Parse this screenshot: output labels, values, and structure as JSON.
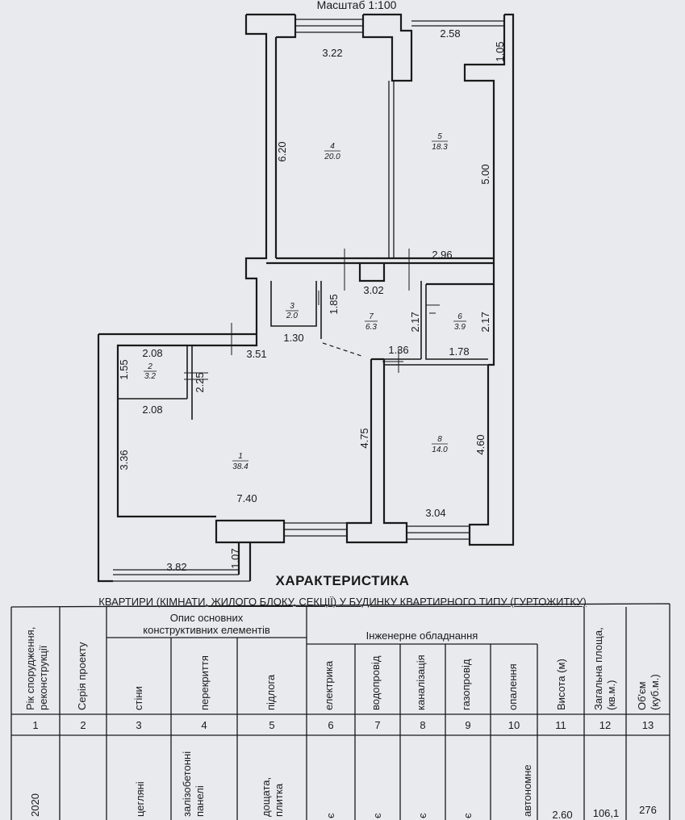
{
  "scale": "Масштаб 1:100",
  "dimensions": {
    "d322": "3.22",
    "d258": "2.58",
    "d105": "1.05",
    "d620": "6.20",
    "d500": "5.00",
    "d296": "2.96",
    "d302": "3.02",
    "d185": "1.85",
    "d217a": "2.17",
    "d217b": "2.17",
    "d130": "1.30",
    "d351": "3.51",
    "d136": "1.36",
    "d178": "1.78",
    "d208a": "2.08",
    "d155": "1.55",
    "d225": "2.25",
    "d208b": "2.08",
    "d475": "4.75",
    "d460": "4.60",
    "d336": "3.36",
    "d740": "7.40",
    "d304": "3.04",
    "d382": "3.82",
    "d107": "1.07"
  },
  "rooms": [
    {
      "num": "1",
      "area": "38.4"
    },
    {
      "num": "2",
      "area": "3.2"
    },
    {
      "num": "3",
      "area": "2.0"
    },
    {
      "num": "4",
      "area": "20.0"
    },
    {
      "num": "5",
      "area": "18.3"
    },
    {
      "num": "6",
      "area": "3.9"
    },
    {
      "num": "7",
      "area": "6.3"
    },
    {
      "num": "8",
      "area": "14.0"
    }
  ],
  "heading": {
    "title": "ХАРАКТЕРИСТИКА",
    "subtitle": "КВАРТИРИ (КІМНАТИ, ЖИЛОГО БЛОКУ, СЕКЦІЇ) У БУДИНКУ КВАРТИРНОГО ТИПУ (ГУРТОЖИТКУ)"
  },
  "table": {
    "col_year": "Рік спорудження, реконструкції",
    "col_series": "Серія проекту",
    "group_construct_1": "Опис основних",
    "group_construct_2": "конструктивних елементів",
    "group_engineering": "Інженерне обладнання",
    "sub_walls": "стіни",
    "sub_floors": "перекриття",
    "sub_floor": "підлога",
    "sub_electric": "електрика",
    "sub_water": "водопровід",
    "sub_sewer": "каналізація",
    "sub_gas": "газопровід",
    "sub_heating": "опалення",
    "col_height": "Висота (м)",
    "col_area": "Загальна площа, (кв.м.)",
    "col_volume": "Об'єм (куб.м.)",
    "numbers": [
      "1",
      "2",
      "3",
      "4",
      "5",
      "6",
      "7",
      "8",
      "9",
      "10",
      "11",
      "12",
      "13"
    ],
    "row": {
      "year": "2020",
      "walls": "цегляні",
      "floors_1": "залізобетонні",
      "floors_2": "панелі",
      "floor_1": "дощата,",
      "floor_2": "плитка",
      "electric": "є",
      "water": "є",
      "sewer": "є",
      "gas": "є",
      "heating": "автономне",
      "height": "2.60",
      "area": "106,1",
      "volume": "276"
    }
  }
}
